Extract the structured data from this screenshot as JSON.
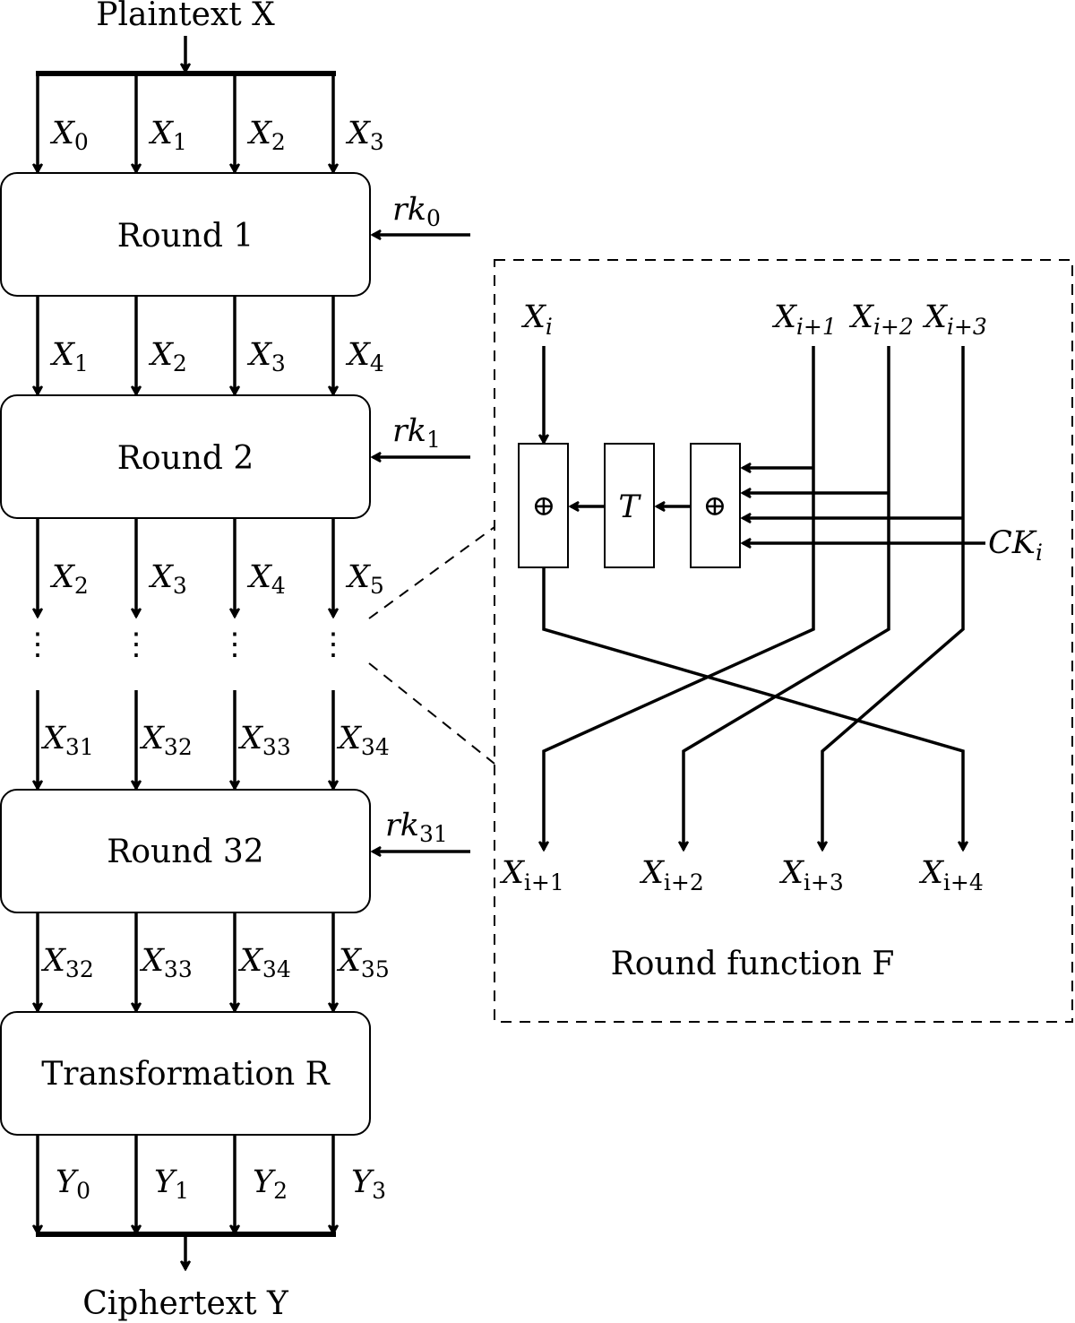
{
  "plaintext_label": "Plaintext X",
  "ciphertext_label": "Ciphertext Y",
  "rounds": [
    {
      "label": "Round 1",
      "key_base": "rk",
      "key_sub": "0",
      "inputs": [
        [
          "X",
          "0"
        ],
        [
          "X",
          "1"
        ],
        [
          "X",
          "2"
        ],
        [
          "X",
          "3"
        ]
      ],
      "outputs": [
        [
          "X",
          "1"
        ],
        [
          "X",
          "2"
        ],
        [
          "X",
          "3"
        ],
        [
          "X",
          "4"
        ]
      ]
    },
    {
      "label": "Round 2",
      "key_base": "rk",
      "key_sub": "1",
      "outputs": [
        [
          "X",
          "2"
        ],
        [
          "X",
          "3"
        ],
        [
          "X",
          "4"
        ],
        [
          "X",
          "5"
        ]
      ]
    },
    {
      "label": "Round 32",
      "key_base": "rk",
      "key_sub": "31",
      "inputs": [
        [
          "X",
          "31"
        ],
        [
          "X",
          "32"
        ],
        [
          "X",
          "33"
        ],
        [
          "X",
          "34"
        ]
      ],
      "outputs": [
        [
          "X",
          "32"
        ],
        [
          "X",
          "33"
        ],
        [
          "X",
          "34"
        ],
        [
          "X",
          "35"
        ]
      ]
    }
  ],
  "transformation_label": "Transformation R",
  "y_outputs": [
    [
      "Y",
      "0"
    ],
    [
      "Y",
      "1"
    ],
    [
      "Y",
      "2"
    ],
    [
      "Y",
      "3"
    ]
  ],
  "dots": "⋮",
  "round_function": {
    "title": "Round function F",
    "inputs": [
      [
        "X",
        "i"
      ],
      [
        "X",
        "i+1"
      ],
      [
        "X",
        "i+2"
      ],
      [
        "X",
        "i+3"
      ]
    ],
    "outputs": [
      [
        "X",
        "i+1"
      ],
      [
        "X",
        "i+2"
      ],
      [
        "X",
        "i+3"
      ],
      [
        "X",
        "i+4"
      ]
    ],
    "xor_symbol": "⊕",
    "t_label": "T",
    "ck_base": "CK",
    "ck_sub": "i"
  }
}
